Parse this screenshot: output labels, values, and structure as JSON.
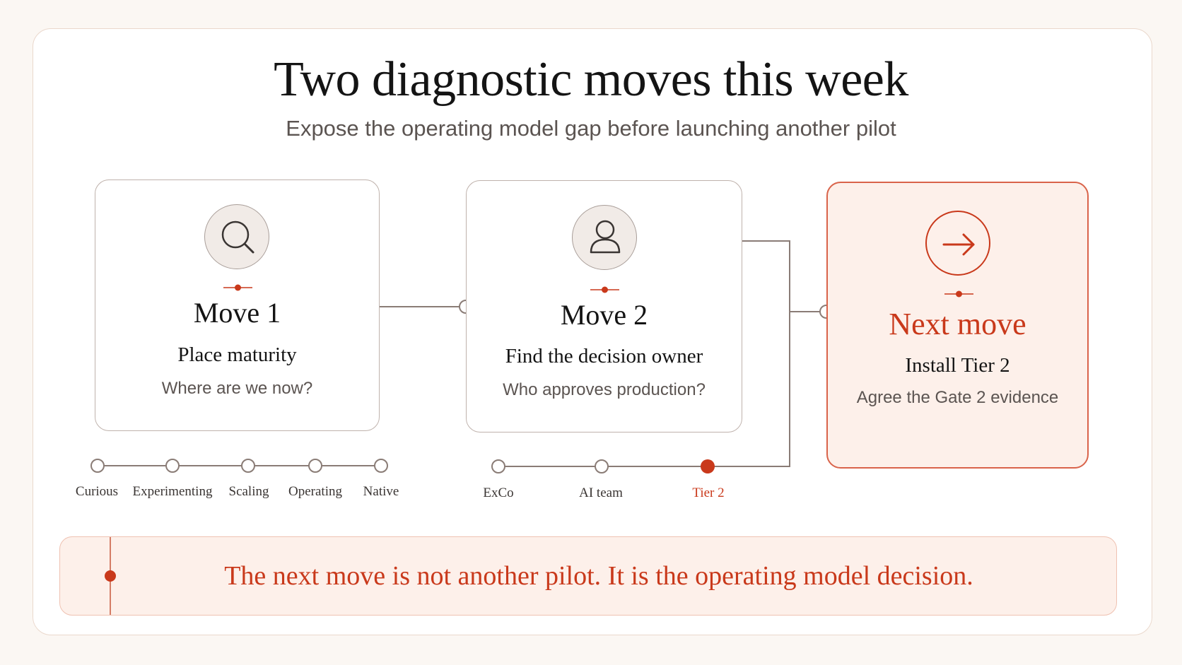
{
  "header": {
    "title": "Two diagnostic moves this week",
    "subtitle": "Expose the operating model gap before launching another pilot"
  },
  "cards": [
    {
      "icon": "search-icon",
      "heading": "Move 1",
      "subheading": "Place maturity",
      "question": "Where are we now?"
    },
    {
      "icon": "user-icon",
      "heading": "Move 2",
      "subheading": "Find the decision owner",
      "question": "Who approves production?"
    },
    {
      "icon": "arrow-right-icon",
      "heading": "Next move",
      "subheading": "Install Tier 2",
      "question": "Agree the Gate 2 evidence"
    }
  ],
  "maturity_scale": {
    "steps": [
      "Curious",
      "Experimenting",
      "Scaling",
      "Operating",
      "Native"
    ]
  },
  "owner_scale": {
    "steps": [
      "ExCo",
      "AI team",
      "Tier 2"
    ],
    "active_step": "Tier 2"
  },
  "banner": {
    "text": "The next move is not another pilot. It is the operating model decision."
  },
  "colors": {
    "accent": "#c9391b",
    "accent_tint": "#fdf0ea",
    "line": "#8a7c76",
    "text": "#141414",
    "muted": "#5b5451"
  }
}
